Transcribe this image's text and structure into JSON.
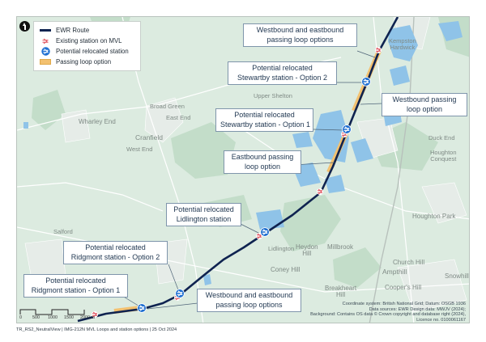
{
  "legend": {
    "items": [
      {
        "label": "EWR Route",
        "symbol": "route-line",
        "color": "#0f2350"
      },
      {
        "label": "Existing station on MVL",
        "symbol": "existing-station",
        "color": "#e0525e"
      },
      {
        "label": "Potential relocated station",
        "symbol": "relocated-station",
        "color": "#1f6fd1"
      },
      {
        "label": "Passing loop option",
        "symbol": "passing-loop",
        "color": "#f3c170"
      }
    ]
  },
  "north_arrow": {
    "icon": "north-arrow-icon"
  },
  "callouts": [
    {
      "id": "wb-eb-loop-north",
      "lines": [
        "Westbound and eastbound",
        "passing loop options"
      ]
    },
    {
      "id": "stewartby-opt2",
      "lines": [
        "Potential relocated",
        "Stewartby station - Option 2"
      ]
    },
    {
      "id": "wb-loop",
      "lines": [
        "Westbound passing",
        "loop option"
      ]
    },
    {
      "id": "stewartby-opt1",
      "lines": [
        "Potential relocated",
        "Stewartby station - Option 1"
      ]
    },
    {
      "id": "eb-loop",
      "lines": [
        "Eastbound passing",
        "loop option"
      ]
    },
    {
      "id": "lidlington",
      "lines": [
        "Potential relocated",
        "Lidlington station"
      ]
    },
    {
      "id": "ridgmont-opt2",
      "lines": [
        "Potential relocated",
        "Ridgmont station - Option 2"
      ]
    },
    {
      "id": "ridgmont-opt1",
      "lines": [
        "Potential relocated",
        "Ridgmont station - Option 1"
      ]
    },
    {
      "id": "wb-eb-loop-south",
      "lines": [
        "Westbound and eastbound",
        "passing loop options"
      ]
    }
  ],
  "places": [
    {
      "name": "Kempston",
      "name2": "Hardwick"
    },
    {
      "name": "Upper Shelton"
    },
    {
      "name": "Broad Green"
    },
    {
      "name": "East End"
    },
    {
      "name": "Wharley End"
    },
    {
      "name": "Cranfield"
    },
    {
      "name": "West End"
    },
    {
      "name": "Duck End"
    },
    {
      "name": "Houghton",
      "name2": "Conquest"
    },
    {
      "name": "Houghton Park"
    },
    {
      "name": "Salford"
    },
    {
      "name": "Lidlington"
    },
    {
      "name": "Heydon",
      "name2": "Hill"
    },
    {
      "name": "Millbrook"
    },
    {
      "name": "Coney Hill"
    },
    {
      "name": "Church Hill"
    },
    {
      "name": "Ampthill"
    },
    {
      "name": "Snowhill"
    },
    {
      "name": "Breakheart",
      "name2": "Hill"
    },
    {
      "name": "Cooper's Hill"
    }
  ],
  "scale_bar": {
    "ticks": [
      "0",
      "500",
      "1000",
      "1500",
      "2000 m"
    ]
  },
  "credits": [
    "Coordinate system: British National Grid; Datum: OSGB 1936",
    "Data sources: EWR Design data: MWJV (2024);",
    "Background: Contains OS data © Crown copyright and database right (2024),",
    "Licence no. 0100061167"
  ],
  "footer": "TR_RS2_NeutralView | IMG-212N MVL Loops and station options | 25 Oct 2024",
  "colors": {
    "route": "#0f2350",
    "passing_loop": "#f3c170",
    "relocated_station": "#1f6fd1",
    "existing_station": "#e0525e",
    "water": "#8fc3e8",
    "land": "#dcebe0",
    "woodland": "#b9d8c1",
    "callout_border": "#7f95ab"
  }
}
